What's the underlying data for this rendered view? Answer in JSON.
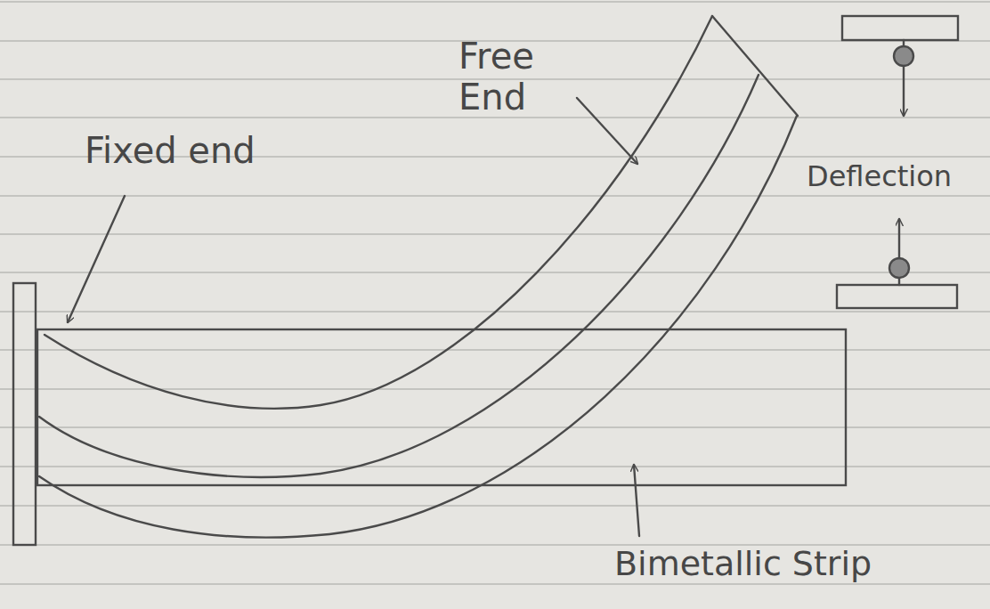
{
  "diagram": {
    "labels": [
      "Fixed end",
      "Free End",
      "Deflection",
      "Bimetallic Strip"
    ]
  }
}
